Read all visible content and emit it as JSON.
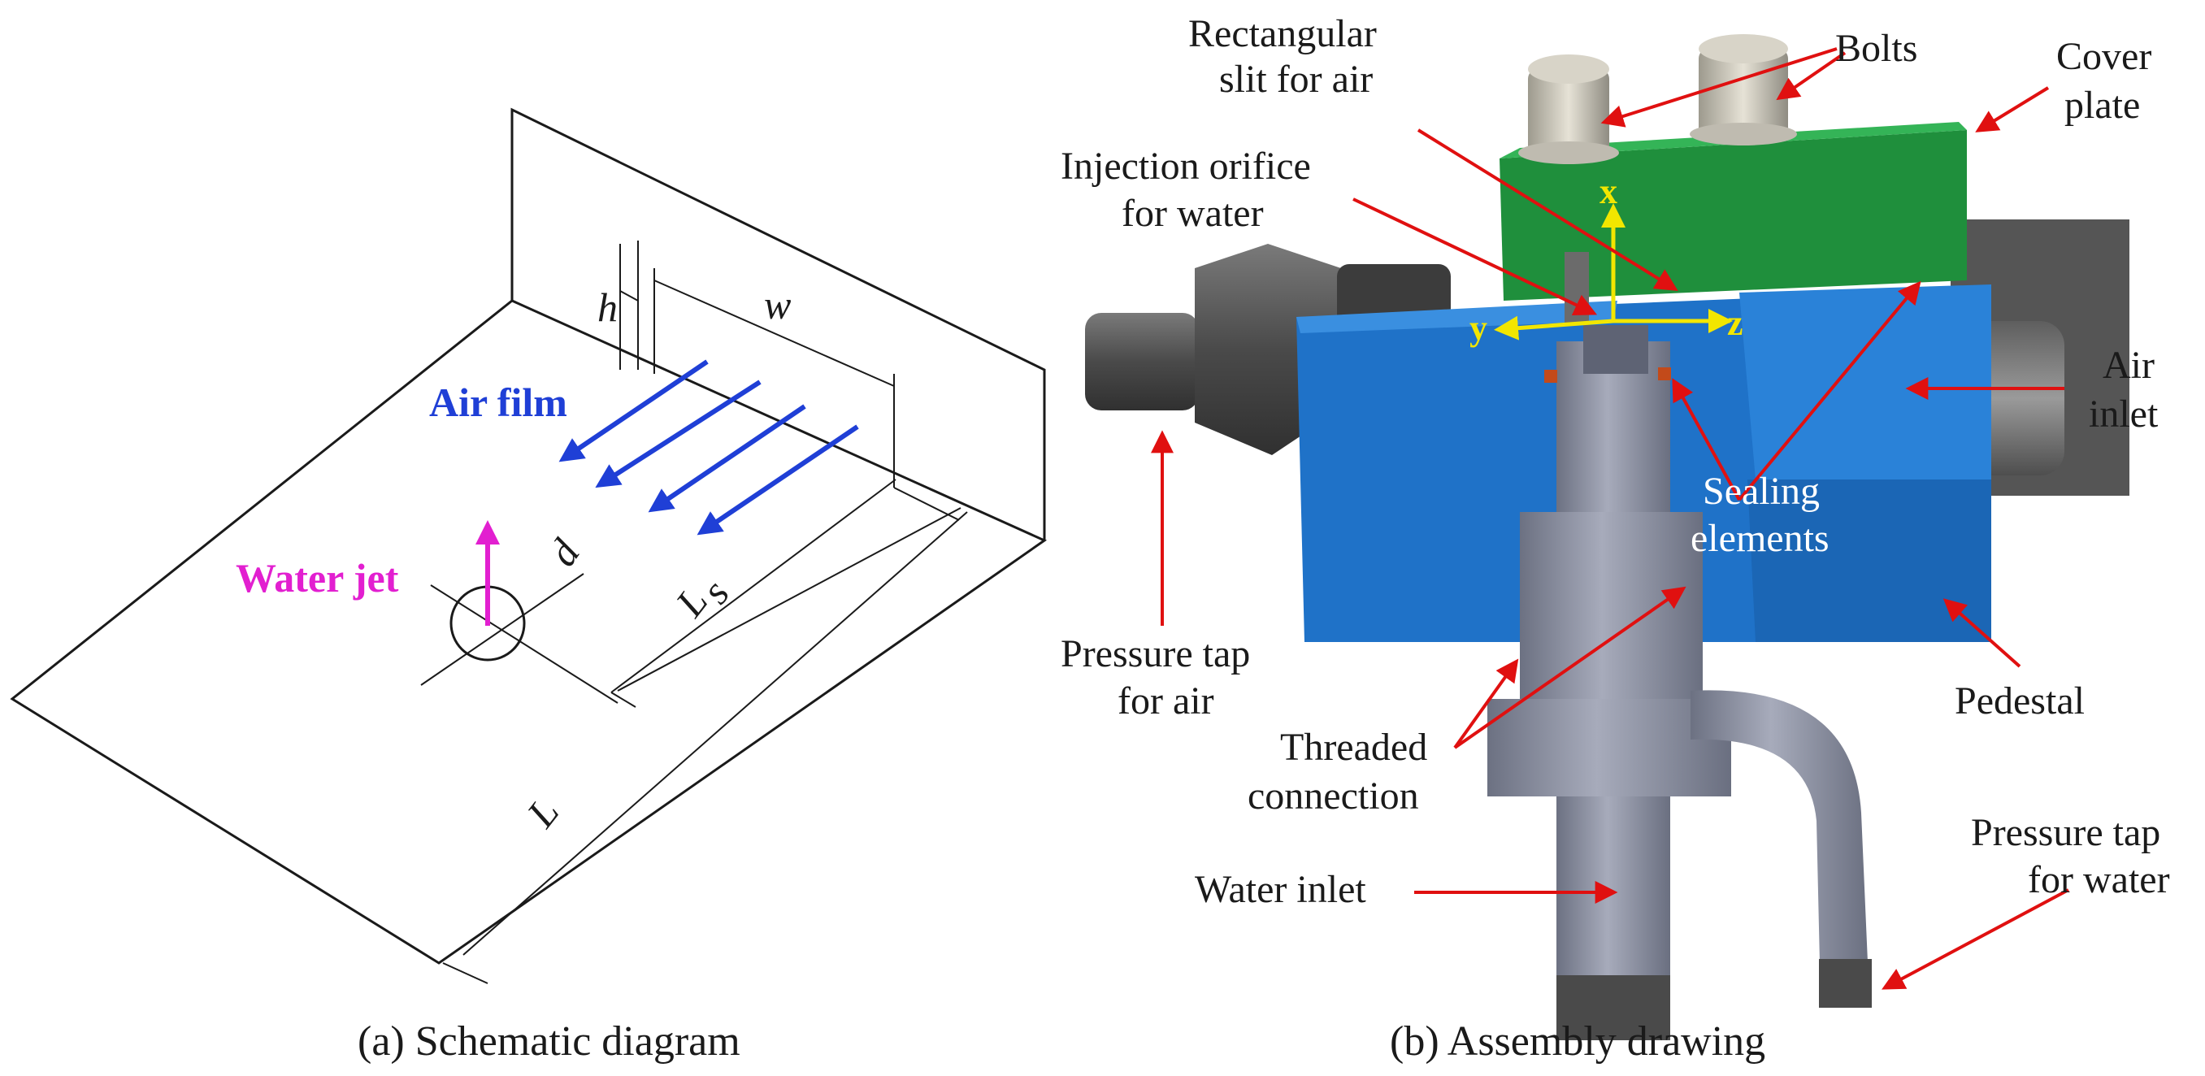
{
  "panel_a": {
    "caption": "(a) Schematic diagram",
    "air_film_label": "Air film",
    "water_jet_label": "Water jet",
    "var_h": "h",
    "var_w": "w",
    "var_d": "d",
    "var_ls": "L",
    "var_ls_sub": "s",
    "var_l": "L",
    "colors": {
      "air_film": "#1f3fd6",
      "water_jet": "#e21fd0",
      "lines": "#1a1a1a"
    }
  },
  "panel_b": {
    "caption": "(b) Assembly drawing",
    "labels": {
      "rect_slit_1": "Rectangular",
      "rect_slit_2": "slit for air",
      "bolts": "Bolts",
      "cover_1": "Cover",
      "cover_2": "plate",
      "inj_1": "Injection orifice",
      "inj_2": "for water",
      "air_inlet_1": "Air",
      "air_inlet_2": "inlet",
      "sealing_1": "Sealing",
      "sealing_2": "elements",
      "ptap_air_1": "Pressure tap",
      "ptap_air_2": "for air",
      "pedestal": "Pedestal",
      "threaded_1": "Threaded",
      "threaded_2": "connection",
      "ptap_water_1": "Pressure tap",
      "ptap_water_2": "for water",
      "water_inlet": "Water inlet"
    },
    "axes": {
      "x": "x",
      "y": "y",
      "z": "z"
    },
    "colors": {
      "cover_plate": "#1f8f3c",
      "pedestal": "#1f72c8",
      "arrows": "#e01010",
      "axes": "#f2e600",
      "metal": "#8a8f9e"
    }
  }
}
